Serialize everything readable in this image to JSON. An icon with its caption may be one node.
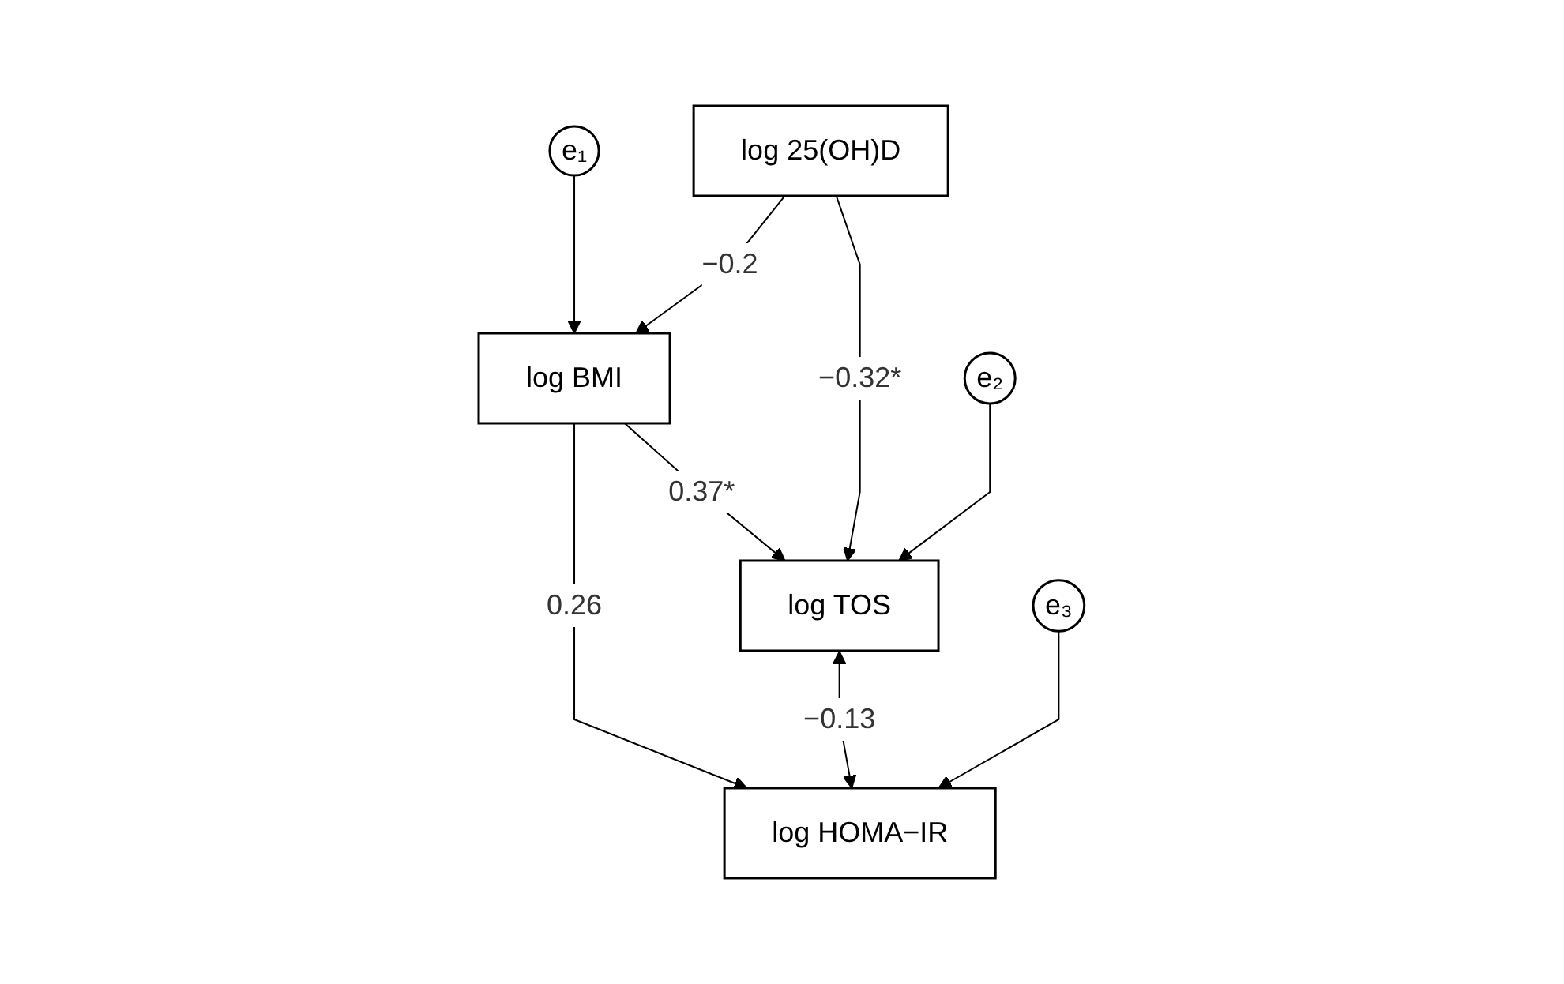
{
  "diagram": {
    "nodes": [
      {
        "text": [
          "e₁"
        ]
      },
      {
        "text": [
          "log BMI"
        ]
      },
      {
        "text": [
          "log 25(OH)D"
        ]
      },
      {
        "text": [
          "log TOS"
        ]
      },
      {
        "text": [
          "e₂"
        ]
      },
      {
        "text": [
          "log HOMA−IR"
        ]
      },
      {
        "text": [
          "e₃"
        ]
      }
    ],
    "edges": [
      {
        "from": 0,
        "to": 1,
        "arrow": "to"
      },
      {
        "from": 2,
        "to": 1,
        "arrow": "to",
        "label": "−0.2"
      },
      {
        "from": 1,
        "to": 3,
        "arrow": "to",
        "label": "0.37*"
      },
      {
        "from": 1,
        "to": 5,
        "arrow": "to",
        "label": "0.26"
      },
      {
        "from": 2,
        "to": 3,
        "arrow": "to",
        "label": "−0.32*"
      },
      {
        "from": 4,
        "to": 3,
        "arrow": "to"
      },
      {
        "from": 3,
        "to": 5,
        "arrow": "both",
        "label": "−0.13"
      },
      {
        "from": 6,
        "to": 5,
        "arrow": "to"
      }
    ]
  }
}
